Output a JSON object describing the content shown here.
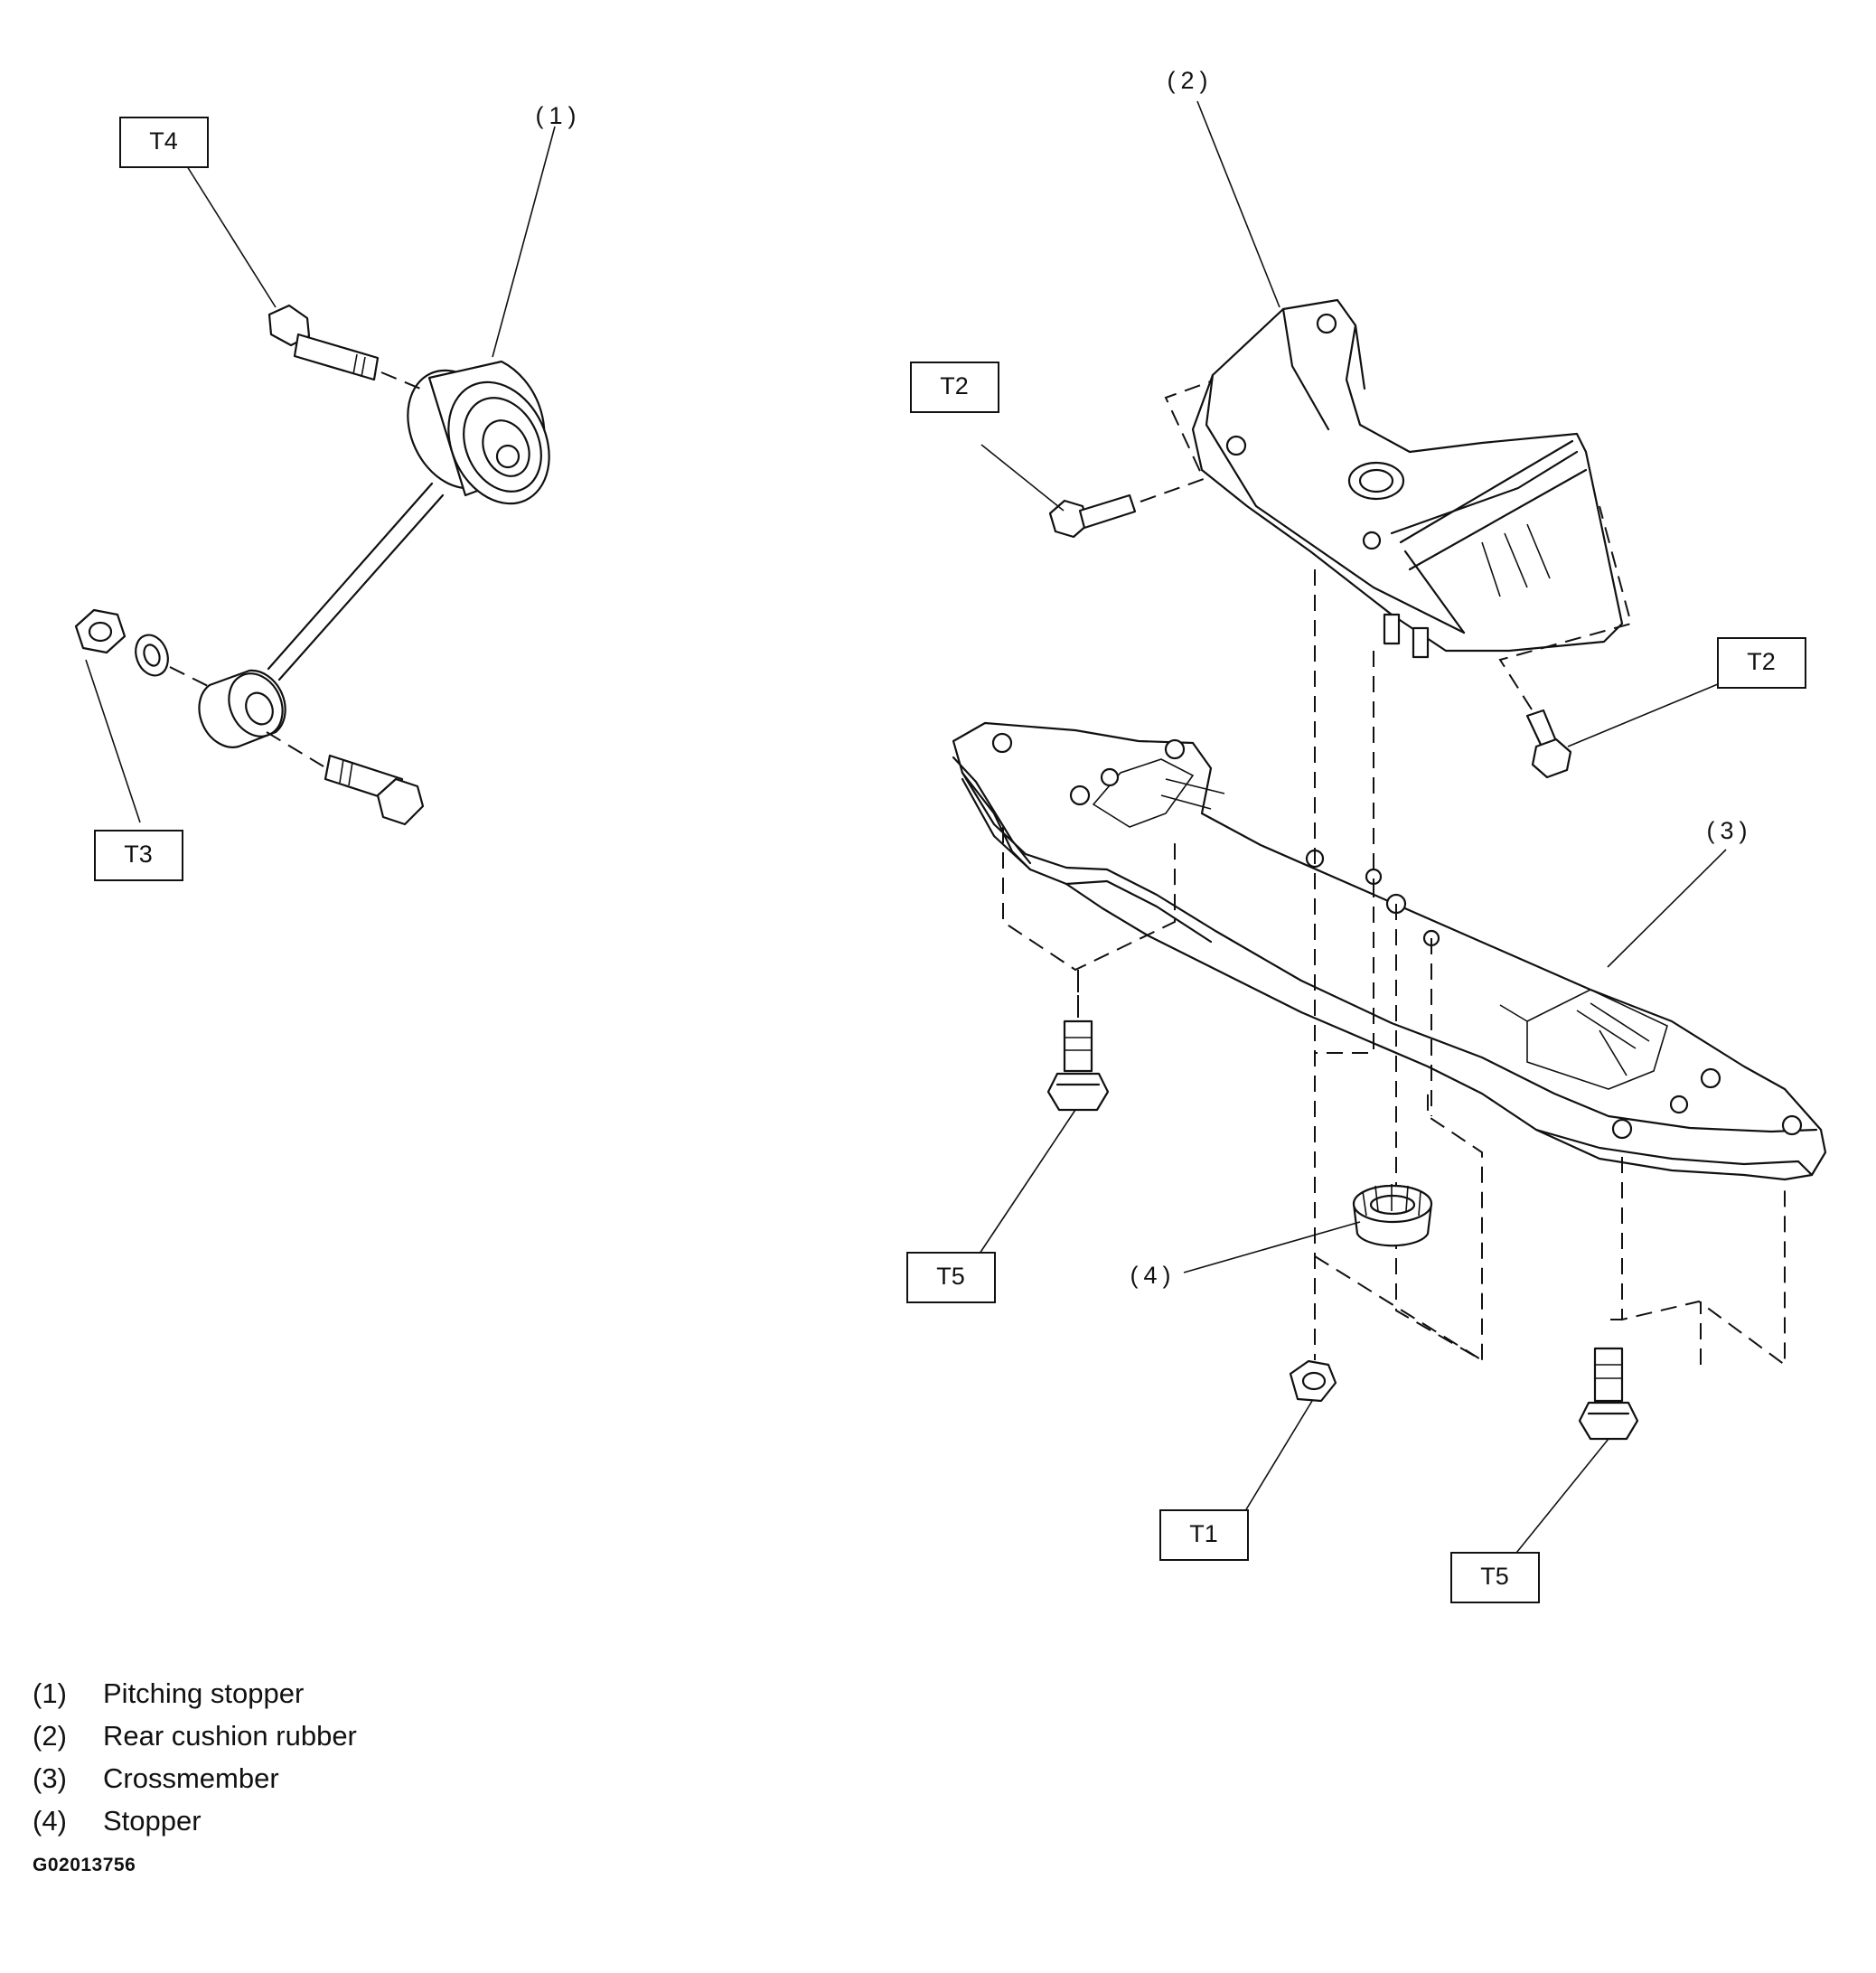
{
  "callouts": {
    "c1": "(1)",
    "c2": "(2)",
    "c3": "(3)",
    "c4": "(4)"
  },
  "torque_tags": {
    "t4": "T4",
    "t3": "T3",
    "t2_left": "T2",
    "t2_right": "T2",
    "t5_left": "T5",
    "t1": "T1",
    "t5_right": "T5"
  },
  "legend": [
    {
      "num": "(1)",
      "text": "Pitching stopper"
    },
    {
      "num": "(2)",
      "text": "Rear cushion rubber"
    },
    {
      "num": "(3)",
      "text": "Crossmember"
    },
    {
      "num": "(4)",
      "text": "Stopper"
    }
  ],
  "figure_id": "G02013756"
}
